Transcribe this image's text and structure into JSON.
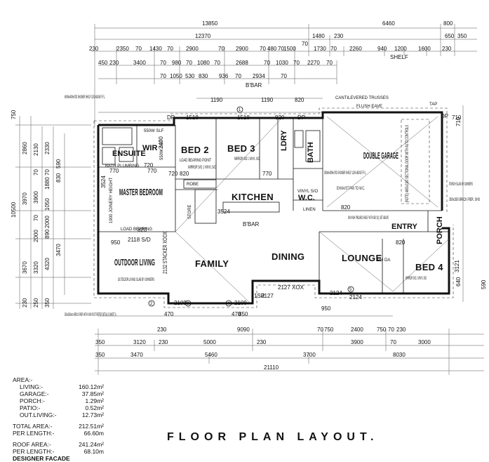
{
  "title": "FLOOR PLAN LAYOUT.",
  "facade": "DESIGNER FACADE",
  "areas": {
    "heading": "AREA:-",
    "items": [
      {
        "label": "LIVING:-",
        "value": "160.12m²"
      },
      {
        "label": "GARAGE:-",
        "value": "37.85m²"
      },
      {
        "label": "PORCH:-",
        "value": "1.29m²"
      },
      {
        "label": "PATIO:-",
        "value": "0.52m²"
      },
      {
        "label": "OUT.LIVING:-",
        "value": "12.73m²"
      }
    ],
    "totals": [
      {
        "label": "TOTAL AREA:-",
        "value": "212.51m²"
      },
      {
        "label": "PER LENGTH:-",
        "value": "66.60m"
      }
    ],
    "roof": [
      {
        "label": "ROOF AREA:-",
        "value": "241.24m²"
      },
      {
        "label": "PER LENGTH:-",
        "value": "68.10m"
      }
    ]
  },
  "rooms": {
    "bed2": "BED 2",
    "bed3": "BED 3",
    "bed4": "BED 4",
    "master": "MASTER BEDROOM",
    "ensuite": "ENSUITE",
    "wir": "WIR",
    "kitchen": "KITCHEN",
    "family": "FAMILY",
    "dining": "DINING",
    "lounge": "LOUNGE",
    "outdoor": "OUTDOOR LIVING",
    "garage": "DOUBLE GARAGE",
    "entry": "ENTRY",
    "porch": "PORCH",
    "bath": "BATH",
    "wc": "W.C.",
    "ldry": "LDRY",
    "linen": "LINEN",
    "robe": "ROBE",
    "store": "STORE",
    "bbar": "B'BAR"
  },
  "notes": {
    "shower_top": "600Wx400Hx70D SHOWER SHELF 1200 ABOVE F.F.L.",
    "cantilevered": "CANTILEVERED TRUSSES",
    "flush_eave": "FLUSH EAVE",
    "tap_top": "TAP",
    "slf_550": "550W SLF",
    "slf_550b": "550W SLF",
    "mirror_bed2": "MIRROR S/O 1 VINYL S/O",
    "load_bearing_point": "LOAD BEARING POINT",
    "mirror_bed3": "MIRROR S/O 1 VINYL S/O",
    "shower_bath": "350Wx400Hx70D SHOWER SHELF 1200 ABOVE F.F.L.",
    "exhaust": "EXHAUST FAN TO W.C.",
    "vinyl": "VINYL S/O",
    "shelf": "900 HIGH P'BOARD SHELF WITH 350 SQ. SET ABOVE",
    "porch_slab": "PORCH SLAB BY OWNERS",
    "brick_pier": "350x350 BRICK PIER, SHS",
    "brick_pier_bottom": "350x350mm BRICK PIER WITH SHS POST REFER DETAILS SHEET 6.",
    "outdoor_slab": "OUTDOOR LIVING SLAB BY OWNERS",
    "joinery": "1900 JOINERY HEIGHT",
    "load_bearing": "LOAD BEARING",
    "mirror_lounge": "MIRROR S/O 1 VINYL S/O",
    "remote_door": "(NOTE) 4800x2100 SECTIONAL DOOR WITH AUTO CONTROLS",
    "bath_ensuite_note": "BATH PLUMBING",
    "ph_da": "PH DA"
  },
  "dims": {
    "top": [
      "13850",
      "6460",
      "800",
      "12370",
      "1480",
      "230",
      "650",
      "350",
      "230",
      "2350",
      "70",
      "1430",
      "70",
      "2900",
      "70",
      "2900",
      "70",
      "480",
      "70",
      "1500",
      "70",
      "1730",
      "70",
      "2260",
      "940",
      "1200",
      "1600",
      "230",
      "450",
      "230",
      "3400",
      "70",
      "980",
      "70",
      "1080",
      "70",
      "2688",
      "70",
      "1030",
      "70",
      "2270",
      "70",
      "70",
      "1050",
      "530",
      "830",
      "936",
      "70",
      "2934",
      "70",
      "B'BAR",
      "SHELF",
      "1190",
      "1190",
      "820",
      "1518",
      "1518",
      "820",
      "DP",
      "DP",
      "DP"
    ],
    "left": [
      "750",
      "2860",
      "2130",
      "3970",
      "10500",
      "3900",
      "890",
      "3670",
      "3320",
      "4320",
      "3470",
      "590",
      "830",
      "250",
      "230",
      "350",
      "1880",
      "1050",
      "2000",
      "2000",
      "2330",
      "70",
      "70",
      "70"
    ],
    "bottom": [
      "470",
      "470",
      "850",
      "950",
      "230",
      "9090",
      "70",
      "750",
      "2400",
      "750",
      "70",
      "230",
      "350",
      "3120",
      "230",
      "5000",
      "230",
      "3900",
      "70",
      "3000",
      "350",
      "3470",
      "5460",
      "3700",
      "8030",
      "21110",
      "2109",
      "2109",
      "2127",
      "2124",
      "1SR"
    ],
    "right": [
      "710",
      "640",
      "590",
      "3121"
    ],
    "interior": [
      "770",
      "770",
      "820",
      "820",
      "820",
      "770",
      "720",
      "2400",
      "720",
      "3524",
      "820",
      "950",
      "2118 S/D",
      "2132 STACKER XOOX",
      "2127 XOX",
      "2124",
      "820",
      "710"
    ],
    "markers": [
      "1",
      "2",
      "3",
      "4",
      "5"
    ]
  }
}
